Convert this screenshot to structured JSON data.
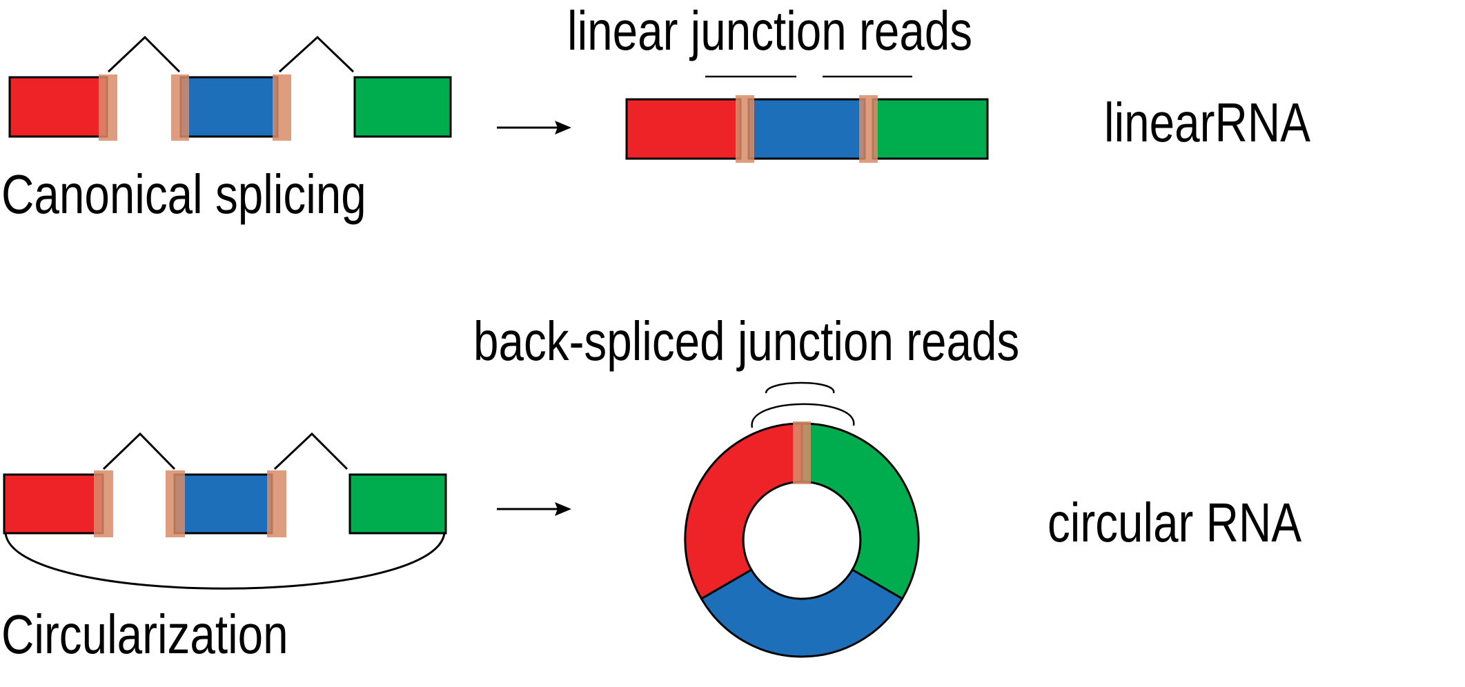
{
  "labels": {
    "canonical_splicing": "Canonical splicing",
    "circularization": "Circularization",
    "linear_junction_reads": "linear junction reads",
    "back_spliced_junction_reads": "back-spliced junction reads",
    "linear_rna": "linearRNA",
    "circular_rna": "circular RNA"
  },
  "colors": {
    "exon_1": "#ee2328",
    "exon_2": "#1c6fb8",
    "exon_3": "#00ad4e",
    "junction_highlight": "#d98c6a",
    "outline": "#000000"
  },
  "icons": {
    "arrow": "right-arrow"
  }
}
